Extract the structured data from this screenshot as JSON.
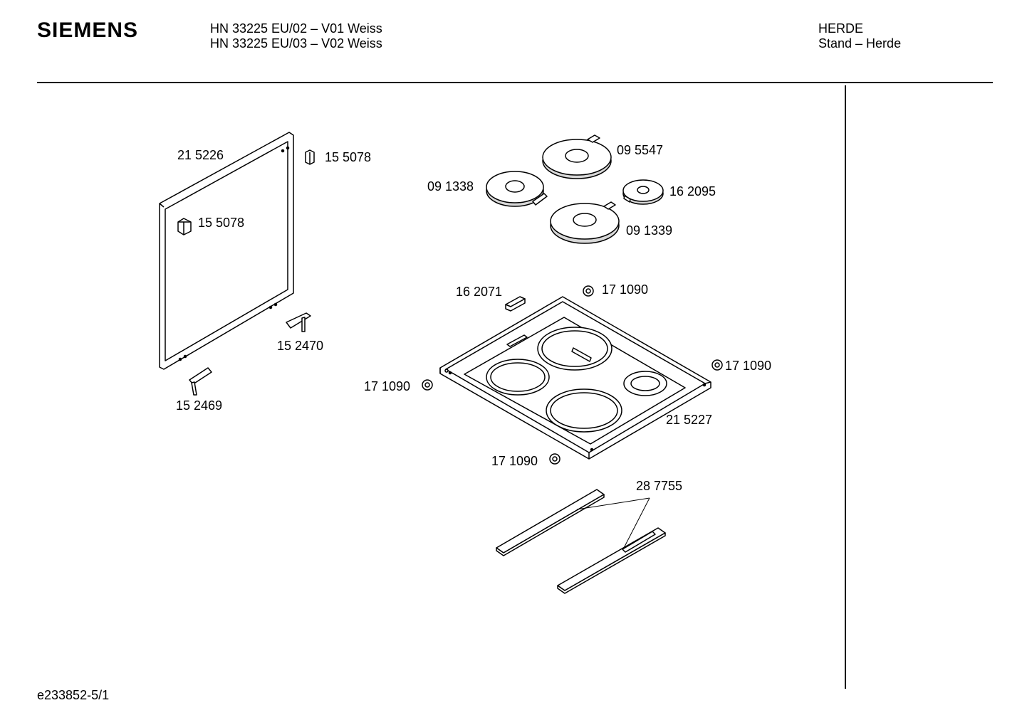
{
  "header": {
    "brand": "SIEMENS",
    "model_lines": [
      "HN 33225 EU/02 – V01 Weiss",
      "HN 33225 EU/03 – V02 Weiss"
    ],
    "category_lines": [
      "HERDE",
      "Stand – Herde"
    ]
  },
  "parts": [
    {
      "id": "frame",
      "label": "21 5226"
    },
    {
      "id": "clip-top",
      "label": "15 5078"
    },
    {
      "id": "clip-left",
      "label": "15 5078"
    },
    {
      "id": "hinge-right",
      "label": "15 2470"
    },
    {
      "id": "hinge-left",
      "label": "15 2469"
    },
    {
      "id": "plate-large-back",
      "label": "09 5547"
    },
    {
      "id": "plate-left",
      "label": "09 1338"
    },
    {
      "id": "plate-small",
      "label": "16 2095"
    },
    {
      "id": "plate-front",
      "label": "09 1339"
    },
    {
      "id": "clip-hob",
      "label": "16 2071"
    },
    {
      "id": "grommet-top",
      "label": "17 1090"
    },
    {
      "id": "grommet-right",
      "label": "17 1090"
    },
    {
      "id": "grommet-left",
      "label": "17 1090"
    },
    {
      "id": "grommet-bottom",
      "label": "17 1090"
    },
    {
      "id": "hob-tray",
      "label": "21 5227"
    },
    {
      "id": "rails",
      "label": "28 7755"
    }
  ],
  "footer": {
    "doc_id": "e233852-5/1"
  }
}
